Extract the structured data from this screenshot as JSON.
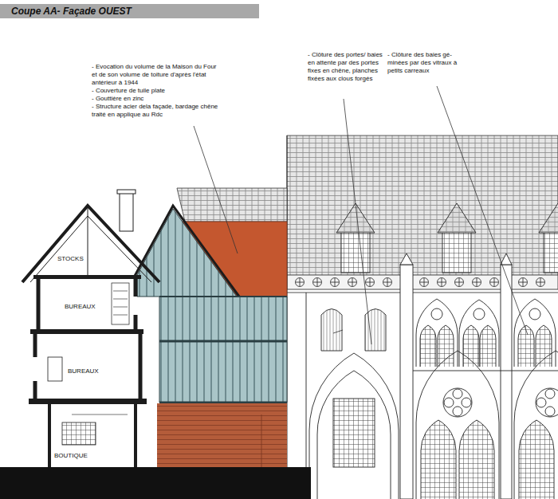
{
  "diagram": {
    "title": "Coupe AA- Façade OUEST",
    "labels": [
      "- Evocation du volume de la Maison du Four et de son volume de toiture d'après l'état antérieur à 1944",
      "- Couverture de tuile plate",
      "- Gouttière en zinc",
      "- Structure acier dela façade, bardage chêne traité en applique au Rdc",
      "- Clôture des portes/ baies en attente par des portes fixes en chêne, planches fixées aux clous forgés",
      "- Clôture des baies gé- minées par des vitraux à petits carreaux",
      "STOCKS",
      "BUREAUX",
      "BUREAUX",
      "BOUTIQUE"
    ]
  }
}
